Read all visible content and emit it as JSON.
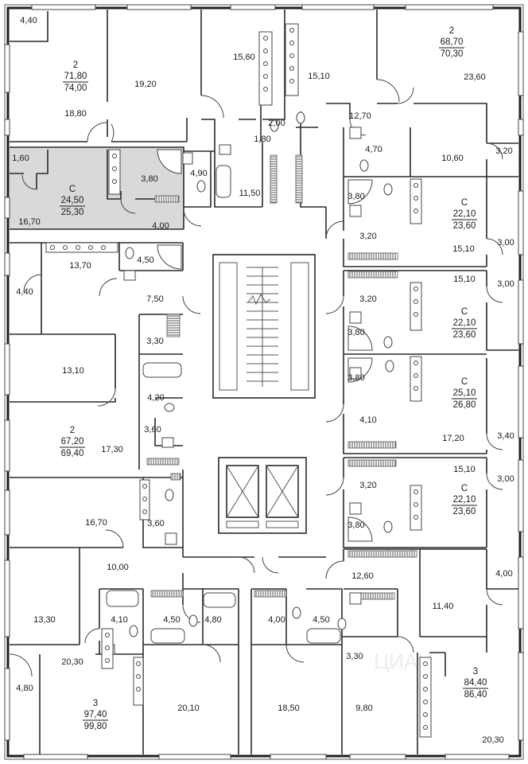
{
  "plan": {
    "watermark": "ЦИАН",
    "highlight_color": "#d9d9d9",
    "wall_color": "#1f1f1f",
    "apartments": [
      {
        "id": "apt-top-left",
        "rooms": "2",
        "area_living": "71,80",
        "area_total": "74,00",
        "highlighted": false
      },
      {
        "id": "apt-top-right",
        "rooms": "2",
        "area_living": "68,70",
        "area_total": "70,30",
        "highlighted": false
      },
      {
        "id": "apt-studio-selected",
        "rooms": "С",
        "area_living": "24,50",
        "area_total": "25,30",
        "highlighted": true
      },
      {
        "id": "apt-studio-r1",
        "rooms": "С",
        "area_living": "22,10",
        "area_total": "23,60",
        "highlighted": false
      },
      {
        "id": "apt-studio-r2",
        "rooms": "С",
        "area_living": "22,10",
        "area_total": "23,60",
        "highlighted": false
      },
      {
        "id": "apt-studio-r3",
        "rooms": "С",
        "area_living": "25,10",
        "area_total": "26,80",
        "highlighted": false
      },
      {
        "id": "apt-studio-r4",
        "rooms": "С",
        "area_living": "22,10",
        "area_total": "23,60",
        "highlighted": false
      },
      {
        "id": "apt-left-mid",
        "rooms": "2",
        "area_living": "67,20",
        "area_total": "69,40",
        "highlighted": false
      },
      {
        "id": "apt-bottom-left",
        "rooms": "3",
        "area_living": "97,40",
        "area_total": "99,80",
        "highlighted": false
      },
      {
        "id": "apt-bottom-right",
        "rooms": "3",
        "area_living": "84,40",
        "area_total": "86,40",
        "highlighted": false
      }
    ],
    "room_labels": [
      {
        "id": "r1",
        "t": "4,40"
      },
      {
        "id": "r2",
        "t": "18,80"
      },
      {
        "id": "r3",
        "t": "19,20"
      },
      {
        "id": "r4",
        "t": "15,60"
      },
      {
        "id": "r5",
        "t": "15,10"
      },
      {
        "id": "r6",
        "t": "23,60"
      },
      {
        "id": "r7",
        "t": "12,70"
      },
      {
        "id": "r8",
        "t": "2,00"
      },
      {
        "id": "r9",
        "t": "1,80"
      },
      {
        "id": "r10",
        "t": "4,70"
      },
      {
        "id": "r11",
        "t": "10,60"
      },
      {
        "id": "r12",
        "t": "3,20"
      },
      {
        "id": "r13",
        "t": "1,60"
      },
      {
        "id": "r14",
        "t": "3,80"
      },
      {
        "id": "r15",
        "t": "4,90"
      },
      {
        "id": "r16",
        "t": "11,50"
      },
      {
        "id": "r17",
        "t": "16,70"
      },
      {
        "id": "r18",
        "t": "4,00"
      },
      {
        "id": "r19",
        "t": "3,80"
      },
      {
        "id": "r20",
        "t": "3,20"
      },
      {
        "id": "r21",
        "t": "15,10"
      },
      {
        "id": "r22",
        "t": "3,00"
      },
      {
        "id": "r23",
        "t": "13,70"
      },
      {
        "id": "r24",
        "t": "4,50"
      },
      {
        "id": "r25",
        "t": "4,40"
      },
      {
        "id": "r26",
        "t": "7,50"
      },
      {
        "id": "r27",
        "t": "15,10"
      },
      {
        "id": "r28",
        "t": "3,00"
      },
      {
        "id": "r29",
        "t": "3,20"
      },
      {
        "id": "r30",
        "t": "3,80"
      },
      {
        "id": "r31",
        "t": "3,30"
      },
      {
        "id": "r32",
        "t": "13,10"
      },
      {
        "id": "r33",
        "t": "3,80"
      },
      {
        "id": "r34",
        "t": "4,20"
      },
      {
        "id": "r35",
        "t": "4,10"
      },
      {
        "id": "r36",
        "t": "17,20"
      },
      {
        "id": "r37",
        "t": "3,40"
      },
      {
        "id": "r38",
        "t": "3,60"
      },
      {
        "id": "r39",
        "t": "17,30"
      },
      {
        "id": "r40",
        "t": "15,10"
      },
      {
        "id": "r41",
        "t": "3,00"
      },
      {
        "id": "r42",
        "t": "3,20"
      },
      {
        "id": "r43",
        "t": "16,70"
      },
      {
        "id": "r44",
        "t": "3,60"
      },
      {
        "id": "r45",
        "t": "3,80"
      },
      {
        "id": "r46",
        "t": "10,00"
      },
      {
        "id": "r47",
        "t": "12,60"
      },
      {
        "id": "r48",
        "t": "4,00"
      },
      {
        "id": "r49",
        "t": "13,30"
      },
      {
        "id": "r50",
        "t": "4,10"
      },
      {
        "id": "r51",
        "t": "4,50"
      },
      {
        "id": "r52",
        "t": "4,80"
      },
      {
        "id": "r53",
        "t": "4,00"
      },
      {
        "id": "r54",
        "t": "4,50"
      },
      {
        "id": "r55",
        "t": "11,40"
      },
      {
        "id": "r56",
        "t": "20,30"
      },
      {
        "id": "r57",
        "t": "3,30"
      },
      {
        "id": "r58",
        "t": "4,80"
      },
      {
        "id": "r59",
        "t": "20,10"
      },
      {
        "id": "r60",
        "t": "18,50"
      },
      {
        "id": "r61",
        "t": "9,80"
      },
      {
        "id": "r62",
        "t": "20,30"
      }
    ]
  }
}
